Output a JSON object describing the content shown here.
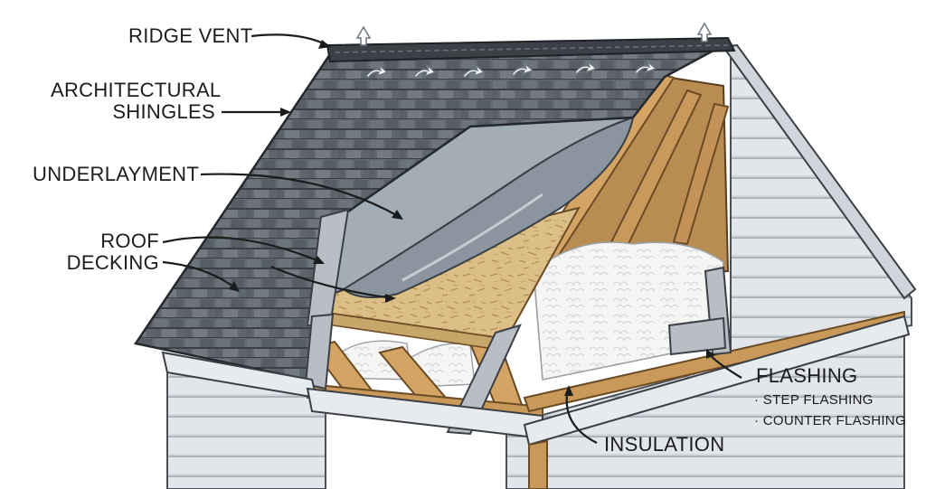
{
  "labels": {
    "ridge_vent": "RIDGE VENT",
    "shingles_line1": "ARCHITECTURAL",
    "shingles_line2": "SHINGLES",
    "underlayment": "UNDERLAYMENT",
    "decking_line1": "ROOF",
    "decking_line2": "DECKING",
    "flashing": "FLASHING",
    "flashing_sub1": "· STEP FLASHING",
    "flashing_sub2": "· COUNTER FLASHING",
    "insulation": "INSULATION"
  },
  "colors": {
    "shingle": "#5f656c",
    "shingle_dark": "#3f444a",
    "underlayment": "#9aa5ae",
    "decking": "#dcbf86",
    "framing": "#c99a5a",
    "insulation": "#f3f3f1",
    "siding": "#dfe3e8",
    "flashing_metal": "#b8bec4",
    "ink": "#1c1c1c"
  }
}
